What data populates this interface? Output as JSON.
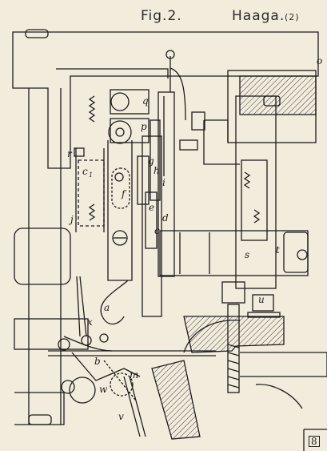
{
  "header": {
    "figure": "Fig.2.",
    "author": "Haaga.",
    "sheet_ref": "(2)"
  },
  "labels": {
    "a": "a",
    "b": "b",
    "c": "c",
    "c1": "c",
    "c1_sub": "1",
    "d": "d",
    "e": "e",
    "f": "f",
    "g": "g",
    "h": "h",
    "i": "i",
    "j": "j",
    "m": "m",
    "o": "o",
    "p": "p",
    "q": "q",
    "r": "r",
    "s": "s",
    "t": "t",
    "u": "u",
    "v": "v",
    "w": "w",
    "x": "x"
  },
  "page_number": "8",
  "colors": {
    "paper": "#f2ecdc",
    "ink": "#1c1c1c",
    "hatch": "#3a3a3a"
  }
}
